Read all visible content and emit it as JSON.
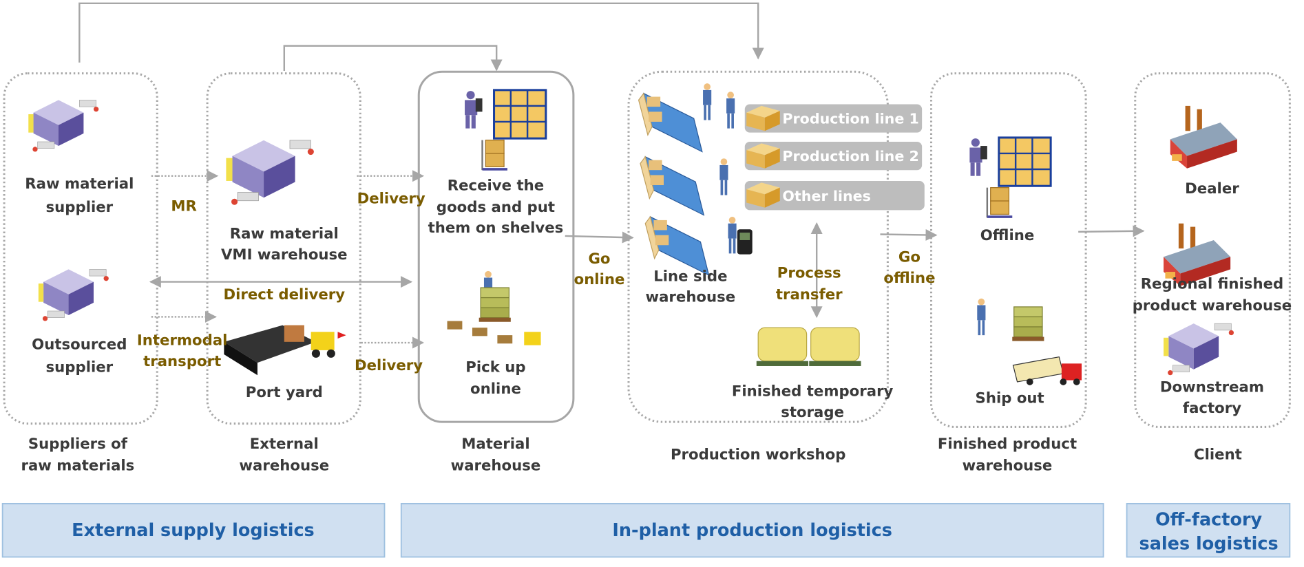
{
  "colors": {
    "text": "#3a3a3a",
    "flow_label": "#7a5c00",
    "band_fill": "#d0e0f1",
    "band_text": "#1f5fa6",
    "line": "#a6a6a6",
    "production_line_fill": "#bdbdbd"
  },
  "nodes": {
    "raw_material_supplier": [
      "Raw material",
      "supplier"
    ],
    "outsourced_supplier": [
      "Outsourced",
      "supplier"
    ],
    "vmi_warehouse": [
      "Raw material",
      "VMI warehouse"
    ],
    "port_yard": [
      "Port yard"
    ],
    "receive_goods": [
      "Receive the",
      "goods and put",
      "them on shelves"
    ],
    "pick_up_online": [
      "Pick up",
      "online"
    ],
    "line_side_warehouse": [
      "Line side",
      "warehouse"
    ],
    "finished_temporary_storage": [
      "Finished temporary",
      "storage"
    ],
    "offline": [
      "Offline"
    ],
    "ship_out": [
      "Ship out"
    ],
    "dealer": [
      "Dealer"
    ],
    "regional_warehouse": [
      "Regional finished",
      "product warehouse"
    ],
    "downstream_factory": [
      "Downstream",
      "factory"
    ]
  },
  "production_lines": [
    "Production line 1",
    "Production line 2",
    "Other lines"
  ],
  "flow_labels": {
    "mr": [
      "MR"
    ],
    "delivery_top": [
      "Delivery"
    ],
    "direct_delivery": [
      "Direct delivery"
    ],
    "intermodal": [
      "Intermodal",
      "transport"
    ],
    "delivery_bottom": [
      "Delivery"
    ],
    "go_online": [
      "Go",
      "online"
    ],
    "process_transfer": [
      "Process",
      "transfer"
    ],
    "go_offline": [
      "Go",
      "offline"
    ]
  },
  "stages": {
    "suppliers": [
      "Suppliers of",
      "raw materials"
    ],
    "external": [
      "External",
      "warehouse"
    ],
    "material": [
      "Material",
      "warehouse"
    ],
    "production": [
      "Production workshop"
    ],
    "finished": [
      "Finished product",
      "warehouse"
    ],
    "client": [
      "Client"
    ]
  },
  "bands": {
    "external_supply": [
      "External supply logistics"
    ],
    "in_plant": [
      "In-plant production logistics"
    ],
    "off_factory": [
      "Off-factory",
      "sales logistics"
    ]
  },
  "icons": [
    "warehouse-icon",
    "forklift-icon",
    "shelf-worker-icon",
    "pallet-worker-icon",
    "production-rack-icon",
    "box-icon",
    "pallet-stack-icon",
    "truck-icon",
    "factory-icon"
  ]
}
